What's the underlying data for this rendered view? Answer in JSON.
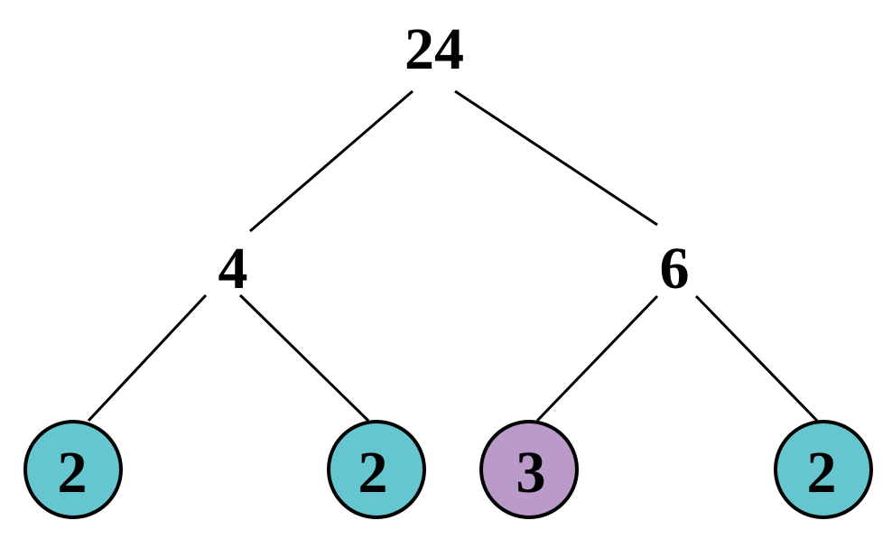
{
  "diagram": {
    "type": "factor-tree",
    "colors": {
      "prime_2": "#66c6cf",
      "prime_3": "#b99ac8",
      "line": "#000000",
      "background": "#ffffff"
    },
    "root": {
      "value": "24"
    },
    "level1": [
      {
        "value": "4"
      },
      {
        "value": "6"
      }
    ],
    "leaves": [
      {
        "value": "2",
        "parent": "4",
        "color": "#66c6cf"
      },
      {
        "value": "2",
        "parent": "4",
        "color": "#66c6cf"
      },
      {
        "value": "3",
        "parent": "6",
        "color": "#b99ac8"
      },
      {
        "value": "2",
        "parent": "6",
        "color": "#66c6cf"
      }
    ]
  }
}
